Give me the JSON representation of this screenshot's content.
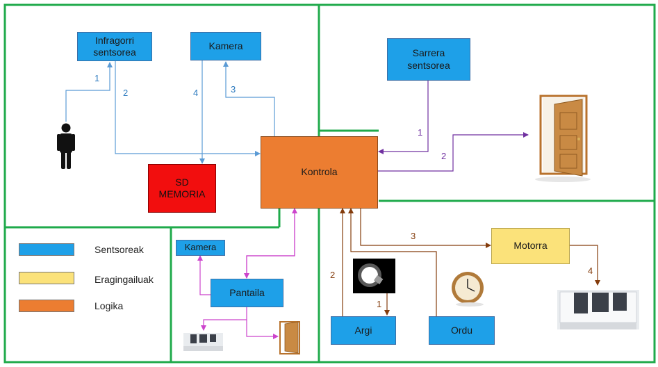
{
  "nodes": {
    "ir_sensor": "Infragorri\nsentsorea",
    "camera": "Kamera",
    "control": "Kontrola",
    "sd_memory": "SD\nMEMORIA",
    "entry_sensor": "Sarrera\nsentsorea",
    "motor": "Motorra",
    "light": "Argi",
    "clock": "Ordu",
    "display": "Pantaila",
    "small_camera": "Kamera"
  },
  "numbers": {
    "ir_1": "1",
    "ir_2": "2",
    "cam_4": "4",
    "cam_3": "3",
    "entry_1": "1",
    "door_2": "2",
    "motor_3": "3",
    "light_2": "2",
    "bulb_1": "1",
    "window_4": "4"
  },
  "legend": [
    {
      "label": "Sentsoreak",
      "color": "#1ea0e8"
    },
    {
      "label": "Eragingailuak",
      "color": "#fbe27a"
    },
    {
      "label": "Logika",
      "color": "#ec7d31"
    }
  ],
  "colors": {
    "frame": "#1faa4b",
    "blue_wire": "#5b9bd5",
    "purple_wire": "#7030a0",
    "pink_wire": "#cc44cc",
    "brown_wire": "#843c0c"
  },
  "icons": [
    "person-icon",
    "door-icon",
    "window-blinds-icon",
    "lightbulb-icon",
    "wall-clock-icon"
  ]
}
